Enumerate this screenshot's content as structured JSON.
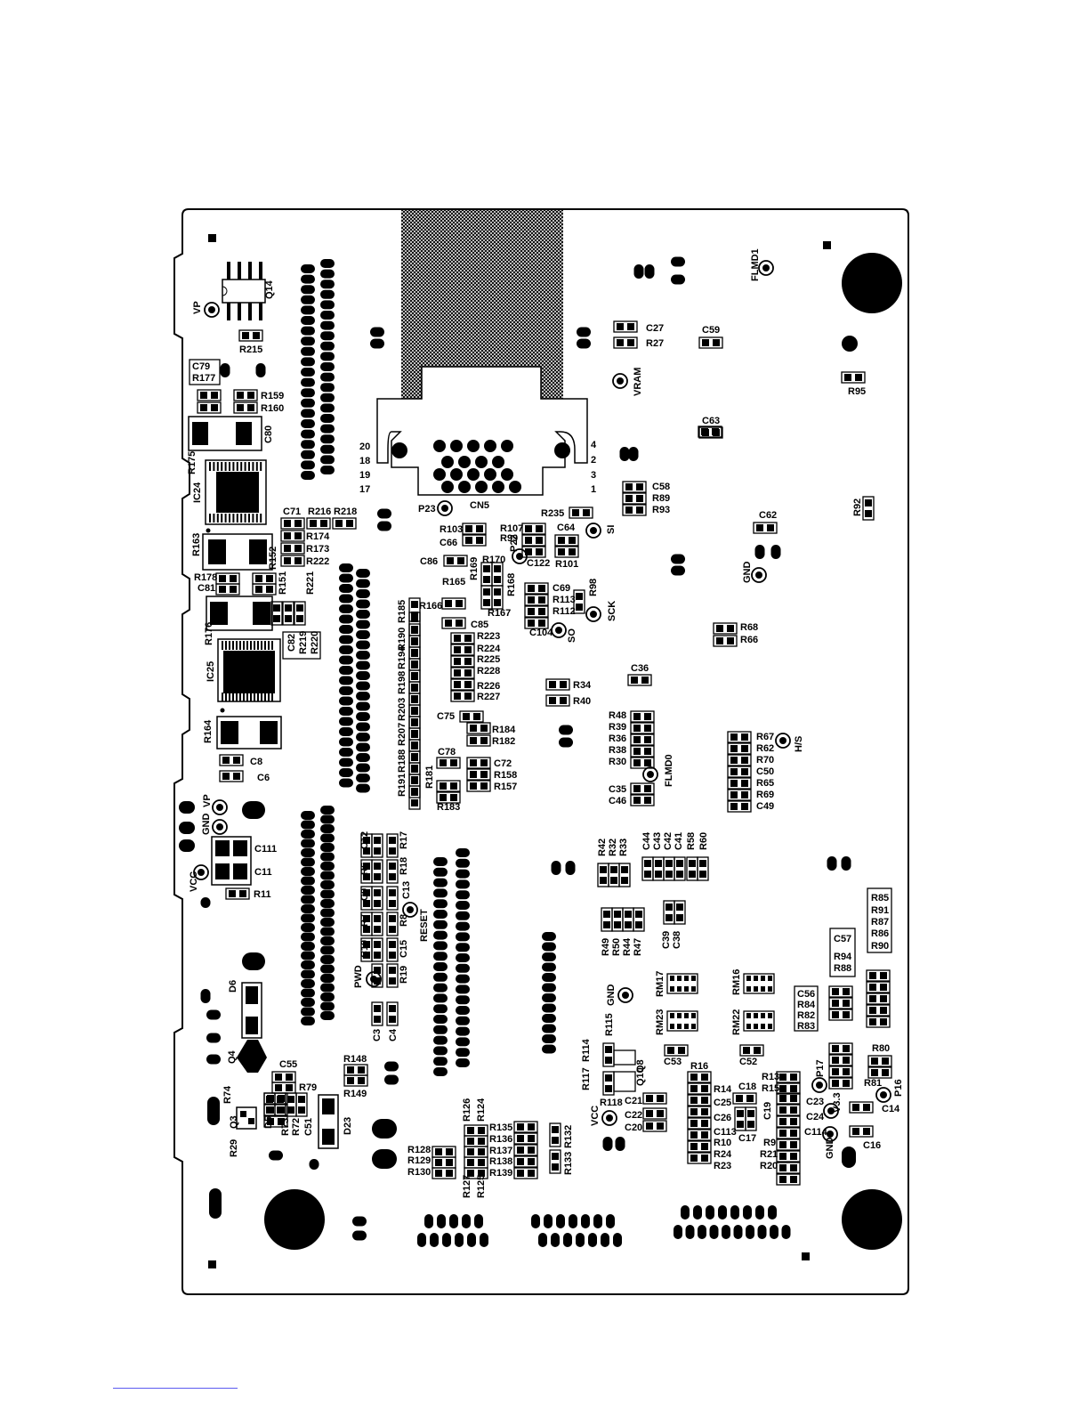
{
  "board": {
    "connector": {
      "name": "CN5",
      "pins": [
        "20",
        "18",
        "19",
        "17",
        "4",
        "2",
        "3",
        "1"
      ]
    },
    "test_points": [
      "VP",
      "VP",
      "GND",
      "VCC",
      "P23",
      "SI",
      "SCK",
      "SO",
      "P22",
      "VRAM",
      "FLMD1",
      "GND",
      "H/S",
      "FLMD0",
      "RESET",
      "PWD",
      "GND",
      "VCC",
      "P17",
      "P16",
      "V3.3",
      "GND"
    ],
    "components": {
      "ics": [
        "Q14",
        "IC24",
        "IC25",
        "D6",
        "Q4",
        "Q3",
        "D5",
        "D23",
        "Q8",
        "Q10",
        "RM17",
        "RM16",
        "RM23",
        "RM22"
      ],
      "resistors": [
        "R215",
        "R177",
        "R159",
        "R160",
        "R175",
        "R163",
        "R152",
        "R151",
        "R178",
        "R221",
        "R176",
        "R164",
        "R216",
        "R218",
        "R174",
        "R173",
        "R222",
        "R219",
        "R220",
        "R11",
        "R17",
        "R18",
        "R13",
        "R8",
        "R19",
        "R6",
        "R7",
        "R148",
        "R149",
        "R79",
        "R74",
        "R29",
        "R73",
        "R72",
        "R103",
        "R107",
        "R99",
        "R235",
        "R101",
        "R170",
        "R169",
        "R168",
        "R167",
        "R165",
        "R166",
        "R185",
        "R190",
        "R194",
        "R198",
        "R203",
        "R207",
        "R188",
        "R191",
        "R181",
        "R183",
        "R223",
        "R224",
        "R225",
        "R228",
        "R226",
        "R227",
        "R184",
        "R182",
        "R158",
        "R157",
        "R113",
        "R112",
        "R98",
        "R34",
        "R40",
        "R48",
        "R39",
        "R36",
        "R38",
        "R30",
        "R27",
        "R89",
        "R93",
        "R95",
        "R92",
        "R68",
        "R66",
        "R67",
        "R62",
        "R70",
        "R65",
        "R69",
        "R42",
        "R32",
        "R33",
        "R58",
        "R60",
        "R49",
        "R50",
        "R44",
        "R47",
        "R115",
        "R114",
        "R117",
        "R118",
        "R126",
        "R124",
        "R127",
        "R125",
        "R128",
        "R129",
        "R130",
        "R135",
        "R136",
        "R137",
        "R138",
        "R139",
        "R132",
        "R133",
        "R16",
        "R14",
        "R10",
        "R24",
        "R23",
        "R13",
        "R15",
        "R9",
        "R21",
        "R20",
        "R85",
        "R91",
        "R87",
        "R86",
        "R90",
        "R94",
        "R88",
        "R84",
        "R82",
        "R83",
        "R80",
        "R81"
      ],
      "capacitors": [
        "C79",
        "C80",
        "C81",
        "C82",
        "C71",
        "C8",
        "C6",
        "C111",
        "C11",
        "C12",
        "C9",
        "C10",
        "C15",
        "C3",
        "C4",
        "C55",
        "C51",
        "C66",
        "C64",
        "C86",
        "C122",
        "C85",
        "C78",
        "C75",
        "C72",
        "C69",
        "C104",
        "C27",
        "C59",
        "C63",
        "C58",
        "C62",
        "C36",
        "C35",
        "C46",
        "C50",
        "C49",
        "C44",
        "C43",
        "C42",
        "C41",
        "C39",
        "C38",
        "C53",
        "C52",
        "C21",
        "C22",
        "C20",
        "C25",
        "C26",
        "C113",
        "C18",
        "C19",
        "C17",
        "C23",
        "C24",
        "C114",
        "C57",
        "C56",
        "C14",
        "C16"
      ]
    }
  }
}
